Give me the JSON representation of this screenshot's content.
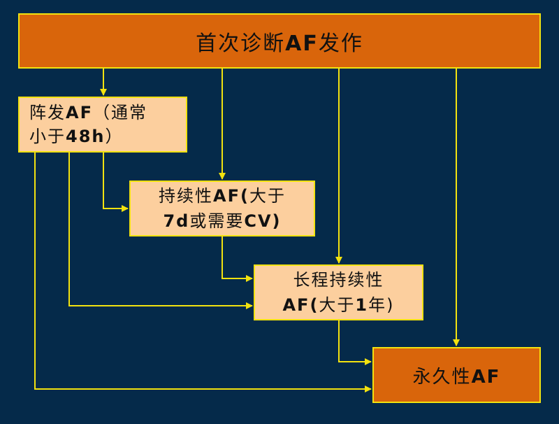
{
  "colors": {
    "background": "#052a4a",
    "orange": "#d9650b",
    "peach": "#fccf9e",
    "connector": "#f3e20f"
  },
  "nodes": {
    "top": {
      "text_a": "首次诊断",
      "text_b": "AF",
      "text_c": "发作"
    },
    "paroxysmal": {
      "line1_a": "阵发",
      "line1_b": "AF",
      "line1_c": "（通常",
      "line2_a": "小于",
      "line2_b": "48h",
      "line2_c": "）"
    },
    "persistent": {
      "line1_a": "持续性",
      "line1_b": "AF(",
      "line1_c": "大于",
      "line2_a": "7d",
      "line2_b": "或需要",
      "line2_c": "CV)"
    },
    "long_persistent": {
      "line1": "长程持续性",
      "line2_a": "AF(",
      "line2_b": "大于",
      "line2_c": "1",
      "line2_d": "年)"
    },
    "permanent": {
      "text_a": "永久性",
      "text_b": "AF"
    }
  }
}
